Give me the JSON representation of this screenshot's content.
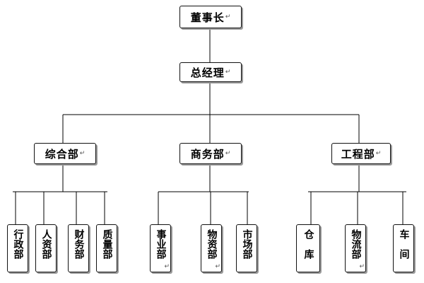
{
  "para_mark": "↵",
  "chairman": {
    "label": "董事长"
  },
  "general_manager": {
    "label": "总经理"
  },
  "divisions": [
    {
      "label": "综合部",
      "units": [
        "行政部",
        "人资部",
        "财务部",
        "质量部"
      ]
    },
    {
      "label": "商务部",
      "units": [
        "事业部",
        "物资部",
        "市场部"
      ]
    },
    {
      "label": "工程部",
      "units": [
        "仓库",
        "物流部",
        "车间"
      ]
    }
  ]
}
